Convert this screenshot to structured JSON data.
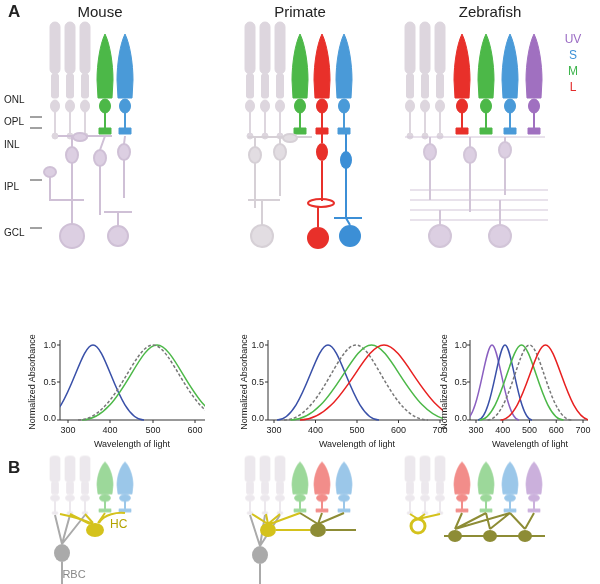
{
  "diagram": {
    "labels": [
      "A",
      "Mouse",
      "Primate",
      "Zebrafish",
      "UV",
      "S",
      "M",
      "L",
      "ONL",
      "OPL",
      "INL",
      "IPL",
      "GCL",
      "1.0",
      "0.5",
      "0.0",
      "300",
      "400",
      "500",
      "600",
      "Normalized Absorbance",
      "Wavelength of light",
      "1.0",
      "0.5",
      "0.0",
      "300",
      "400",
      "500",
      "600",
      "700",
      "Normalized Absorbance",
      "Wavelength of light",
      "1.0",
      "0.5",
      "0.0",
      "300",
      "400",
      "500",
      "600",
      "700",
      "Normalized Absorbance",
      "Wavelength of light",
      "B",
      "HC",
      "RBC"
    ]
  }
}
